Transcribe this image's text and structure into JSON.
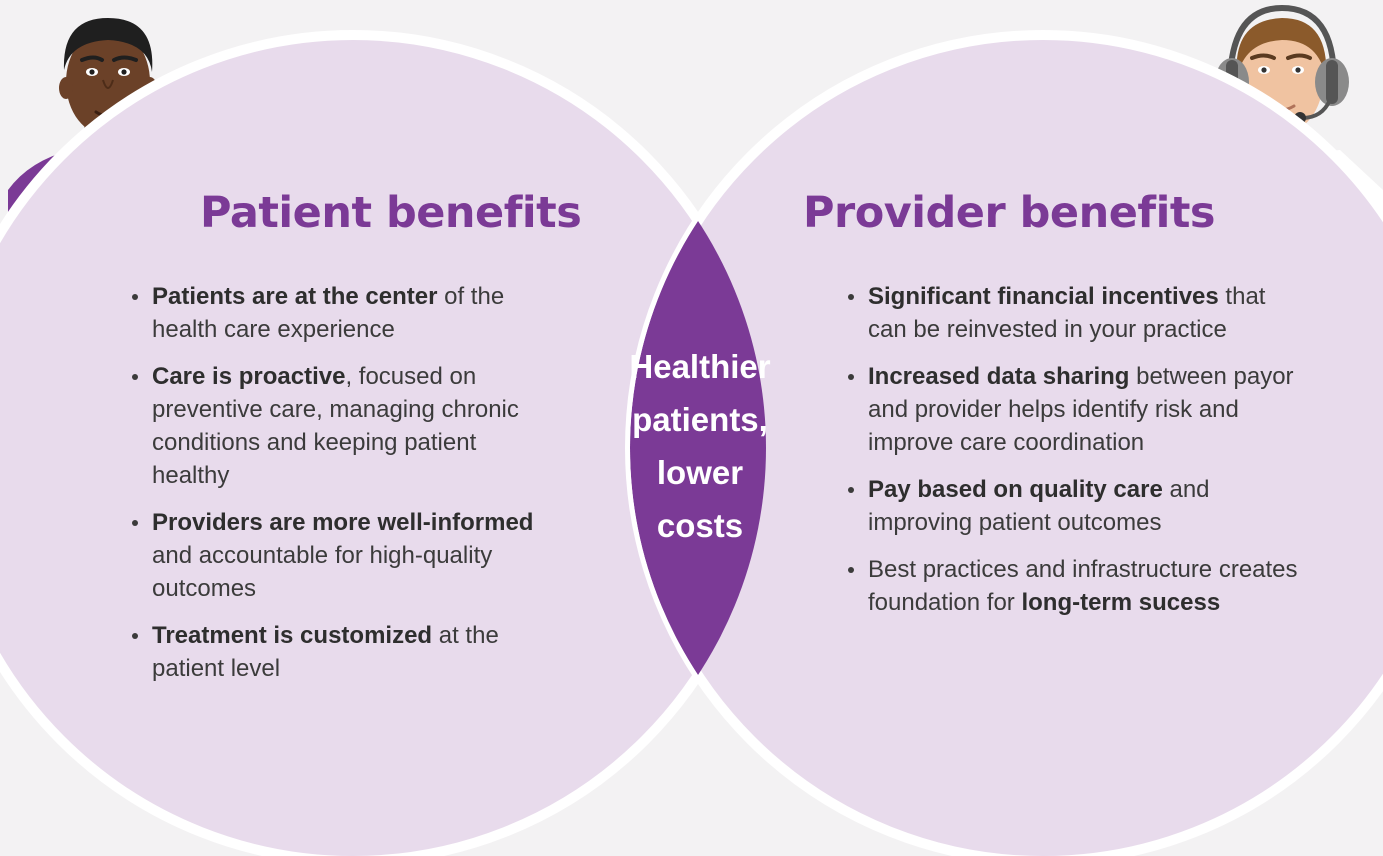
{
  "colors": {
    "background": "#f3f2f3",
    "circle_fill": "#e8dbec",
    "circle_border": "#ffffff",
    "overlap_fill": "#7b3a96",
    "heading": "#7b3a96",
    "body_text": "#3b3b3b"
  },
  "icons": {
    "patient_avatar": "patient-illustration",
    "provider_avatar": "provider-with-headset-illustration",
    "heart": "heart-icon"
  },
  "left": {
    "title": "Patient benefits",
    "items": [
      {
        "bold": "Patients are at the center",
        "rest": " of the health care experience"
      },
      {
        "bold": "Care is proactive",
        "rest": ", focused on preventive care, managing chronic conditions and keeping patient healthy"
      },
      {
        "bold": "Providers are more well-informed",
        "rest": " and accountable for high-quality outcomes"
      },
      {
        "bold": "Treatment is customized",
        "rest": " at the patient level"
      }
    ]
  },
  "center": {
    "lines": [
      "Healthier",
      "patients,",
      "lower",
      "costs"
    ]
  },
  "right": {
    "title": "Provider benefits",
    "items": [
      {
        "lead": "",
        "bold": "Significant financial incentives",
        "rest": " that can be reinvested in your practice"
      },
      {
        "lead": "",
        "bold": "Increased data sharing",
        "rest": " between payor and provider helps identify risk and improve care coordination"
      },
      {
        "lead": "",
        "bold": "Pay based on quality care",
        "rest": " and improving patient outcomes"
      },
      {
        "lead": "Best practices and infrastructure creates foundation for ",
        "bold": "long-term sucess",
        "rest": ""
      }
    ]
  }
}
